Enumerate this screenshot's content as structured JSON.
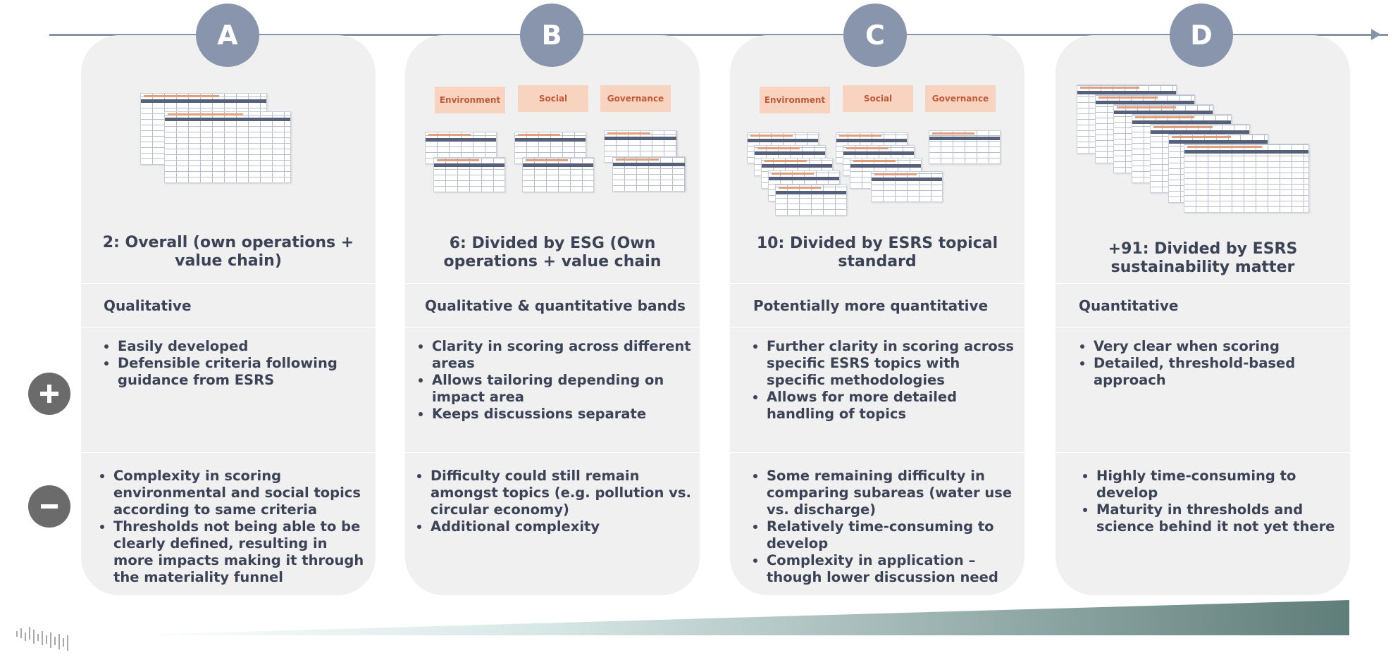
{
  "columns": [
    {
      "letter": "A",
      "title": "2: Overall (own operations + value chain)",
      "type": "Qualitative",
      "pros": [
        "Easily developed",
        "Defensible criteria following guidance from ESRS"
      ],
      "cons": [
        "Complexity in scoring environmental and social topics according to same criteria",
        "Thresholds not being able to be clearly defined, resulting in more impacts making it through the materiality funnel"
      ]
    },
    {
      "letter": "B",
      "chips": [
        "Environment",
        "Social",
        "Governance"
      ],
      "title": "6: Divided by ESG (Own operations + value chain",
      "type": "Qualitative & quantitative bands",
      "pros": [
        "Clarity in scoring across different areas",
        "Allows tailoring depending on impact area",
        "Keeps discussions separate"
      ],
      "cons": [
        "Difficulty could still remain amongst topics (e.g. pollution vs. circular economy)",
        "Additional complexity"
      ]
    },
    {
      "letter": "C",
      "chips": [
        "Environment",
        "Social",
        "Governance"
      ],
      "title": "10: Divided by ESRS topical standard",
      "type": "Potentially more quantitative",
      "pros": [
        "Further clarity in scoring across specific ESRS topics with specific methodologies",
        "Allows for more detailed handling of topics"
      ],
      "cons": [
        "Some remaining difficulty in comparing subareas (water use vs. discharge)",
        "Relatively time-consuming to develop",
        "Complexity in application – though lower discussion need"
      ]
    },
    {
      "letter": "D",
      "title": "+91: Divided by ESRS sustainability matter",
      "type": "Quantitative",
      "pros": [
        "Very clear when scoring",
        "Detailed, threshold-based approach"
      ],
      "cons": [
        "Highly time-consuming to develop",
        "Maturity in thresholds and science behind it not yet there"
      ]
    }
  ],
  "icons": {
    "plus": "plus-circle-icon",
    "minus": "minus-circle-icon",
    "logo": "soundwave-logo-icon"
  },
  "colors": {
    "circle": "#8995ad",
    "card": "#f0f0f0",
    "chip_bg": "#f7d3c0",
    "chip_text": "#c25a3a",
    "wedge_start": "#d7e7e6",
    "wedge_end": "#5f7d79"
  }
}
